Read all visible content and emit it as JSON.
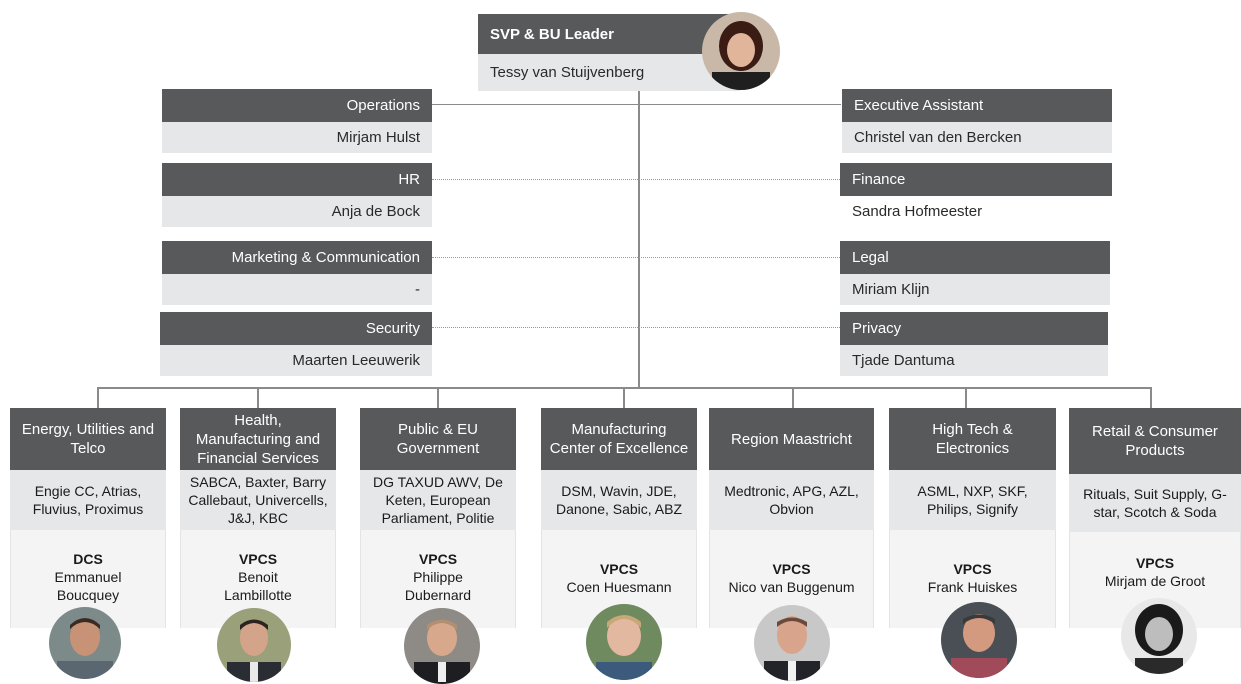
{
  "leader": {
    "title": "SVP & BU Leader",
    "name": "Tessy van Stuijvenberg"
  },
  "left_staff": [
    {
      "role": "Operations",
      "name": "Mirjam Hulst"
    },
    {
      "role": "HR",
      "name": "Anja de Bock"
    },
    {
      "role": "Marketing & Communication",
      "name": "-"
    },
    {
      "role": "Security",
      "name": "Maarten Leeuwerik"
    }
  ],
  "right_staff": [
    {
      "role": "Executive Assistant",
      "name": "Christel van den Bercken"
    },
    {
      "role": "Finance",
      "name": "Sandra Hofmeester"
    },
    {
      "role": "Legal",
      "name": "Miriam Klijn"
    },
    {
      "role": "Privacy",
      "name": "Tjade Dantuma"
    }
  ],
  "columns": [
    {
      "unit": "Energy, Utilities and Telco",
      "customers": "Engie CC, Atrias, Fluvius, Proximus",
      "role": "DCS",
      "name": "Emmanuel Boucquey"
    },
    {
      "unit": "Health, Manufacturing and Financial Services",
      "customers": "SABCA, Baxter, Barry Callebaut, Univercells, J&J, KBC",
      "role": "VPCS",
      "name": "Benoit Lambillotte"
    },
    {
      "unit": "Public & EU Government",
      "customers": "DG TAXUD AWV, De Keten, European Parliament, Politie",
      "role": "VPCS",
      "name": "Philippe Dubernard"
    },
    {
      "unit": "Manufacturing Center of Excellence",
      "customers": "DSM, Wavin, JDE, Danone, Sabic, ABZ",
      "role": "VPCS",
      "name": "Coen Huesmann"
    },
    {
      "unit": "Region Maastricht",
      "customers": "Medtronic, APG, AZL, Obvion",
      "role": "VPCS",
      "name": "Nico van Buggenum"
    },
    {
      "unit": "High Tech & Electronics",
      "customers": "ASML, NXP, SKF, Philips, Signify",
      "role": "VPCS",
      "name": "Frank Huiskes"
    },
    {
      "unit": "Retail & Consumer Products",
      "customers": "Rituals, Suit Supply, G-star, Scotch & Soda",
      "role": "VPCS",
      "name": "Mirjam de Groot"
    }
  ],
  "colors": {
    "header": "#58595b",
    "subheader": "#e6e7e8",
    "connector": "#8a8a8a"
  }
}
